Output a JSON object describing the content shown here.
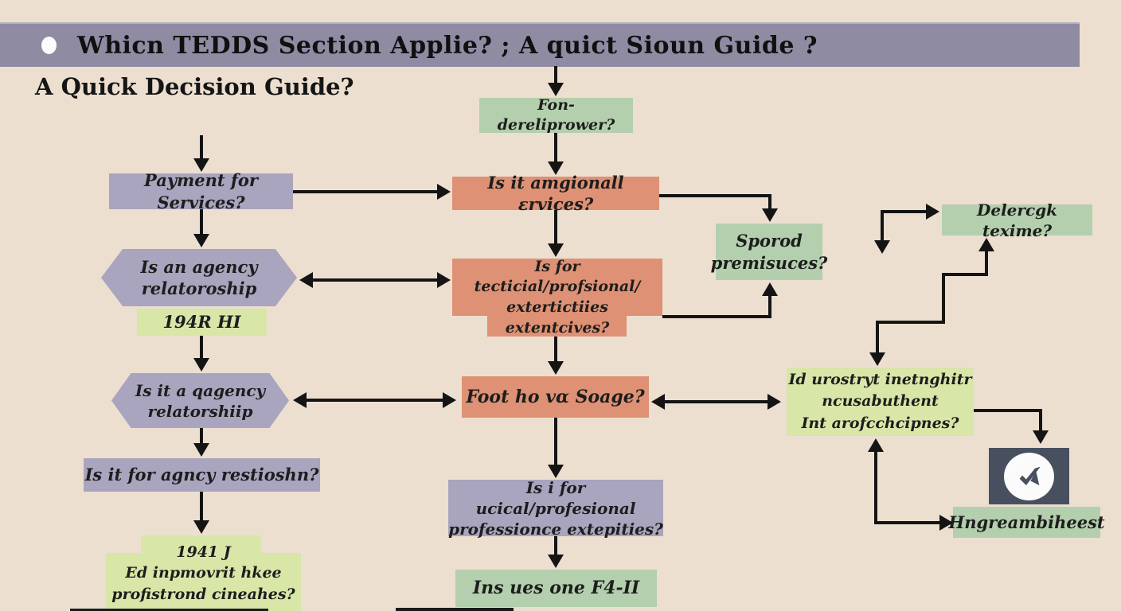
{
  "palette": {
    "background": "#ecdfd0",
    "title_bar": "#8f8ba2",
    "purple_box": "#a9a5be",
    "orange_box": "#de9174",
    "green_box": "#b4cfad",
    "yellow_green_box": "#d8e6a8",
    "icon_navy": "#48505f",
    "connector_line": "#141414"
  },
  "title": {
    "bullet": "",
    "text": "Whicn TEDDS Section Applie? ; A quict Sioun Guide ?"
  },
  "heading": "A Quick Decision Guide?",
  "nodes": {
    "fon": {
      "label": "Fon-dereliprower?"
    },
    "payment": {
      "label": "Payment for Services?"
    },
    "amgionall": {
      "label": "Is it amgionall ɛrvices?"
    },
    "sporod": {
      "line1": "Sporod",
      "line2": "premisuces?"
    },
    "hex_agency_1": {
      "line1": "Is an agency",
      "line2": "relatoroship"
    },
    "code_194": {
      "label": "194R HI"
    },
    "tecticial": {
      "line1": "Is for tecticial/profsional/",
      "line2": "extertictiies",
      "line3": "extentcives?"
    },
    "hex_agency_2": {
      "line1": "Is it a qagency",
      "line2": "relatorshiip"
    },
    "agncy": {
      "label": "Is it for agncy restioshn?"
    },
    "code_1941": {
      "line1": "1941 J",
      "line2": "Ed inpmovrit hkee",
      "line3": "profistrond cineahes?"
    },
    "foot": {
      "label": "Foot ho vɑ Soage?"
    },
    "ucical": {
      "line1": "Is i for ucical/profesional",
      "line2": "professionce extepities?"
    },
    "insues": {
      "label": "Ins ues one F4-II"
    },
    "idurostryt": {
      "line1": "Id urostryt inetnghitr",
      "line2": "ncusabuthent",
      "line3": "Int arofcchcipnes?"
    },
    "delercgk": {
      "label": "Delercgk texime?"
    },
    "hngream": {
      "label": "Hngreambiheest"
    }
  },
  "icons": {
    "check": "check-mark"
  }
}
